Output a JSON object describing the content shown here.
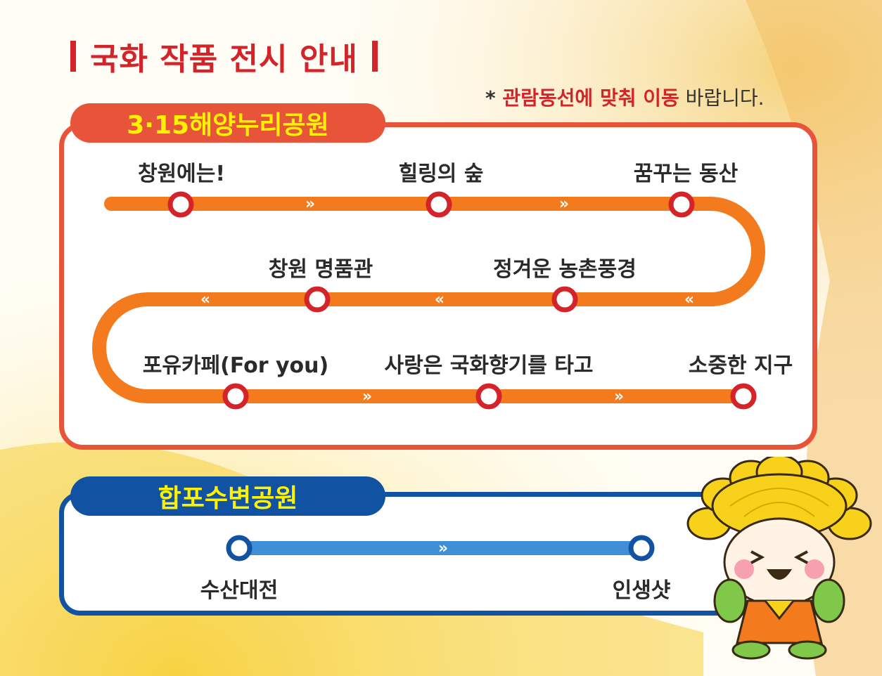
{
  "title": "국화 작품 전시 안내",
  "note": {
    "prefix": "* ",
    "highlight": "관람동선에 맞춰 이동",
    "suffix": " 바랍니다."
  },
  "colors": {
    "red": "#d4242a",
    "orange_line": "#f47a1e",
    "orange_box": "#e8543a",
    "blue_box": "#1252a3",
    "blue_line": "#3f8fd6",
    "tag_text": "#fff200"
  },
  "sections": [
    {
      "name": "3·15해양누리공원",
      "stations": [
        "창원에는!",
        "힐링의 숲",
        "꿈꾸는 동산",
        "정겨운 농촌풍경",
        "창원 명품관",
        "포유카페(For you)",
        "사랑은 국화향기를 타고",
        "소중한 지구"
      ]
    },
    {
      "name": "합포수변공원",
      "stations": [
        "수산대전",
        "인생샷"
      ]
    }
  ],
  "arrows": {
    "forward": "»",
    "backward": "«"
  },
  "icons": [
    "arrow-forward-icon",
    "arrow-backward-icon",
    "station-circle-icon",
    "chrysanthemum-mascot-icon"
  ]
}
